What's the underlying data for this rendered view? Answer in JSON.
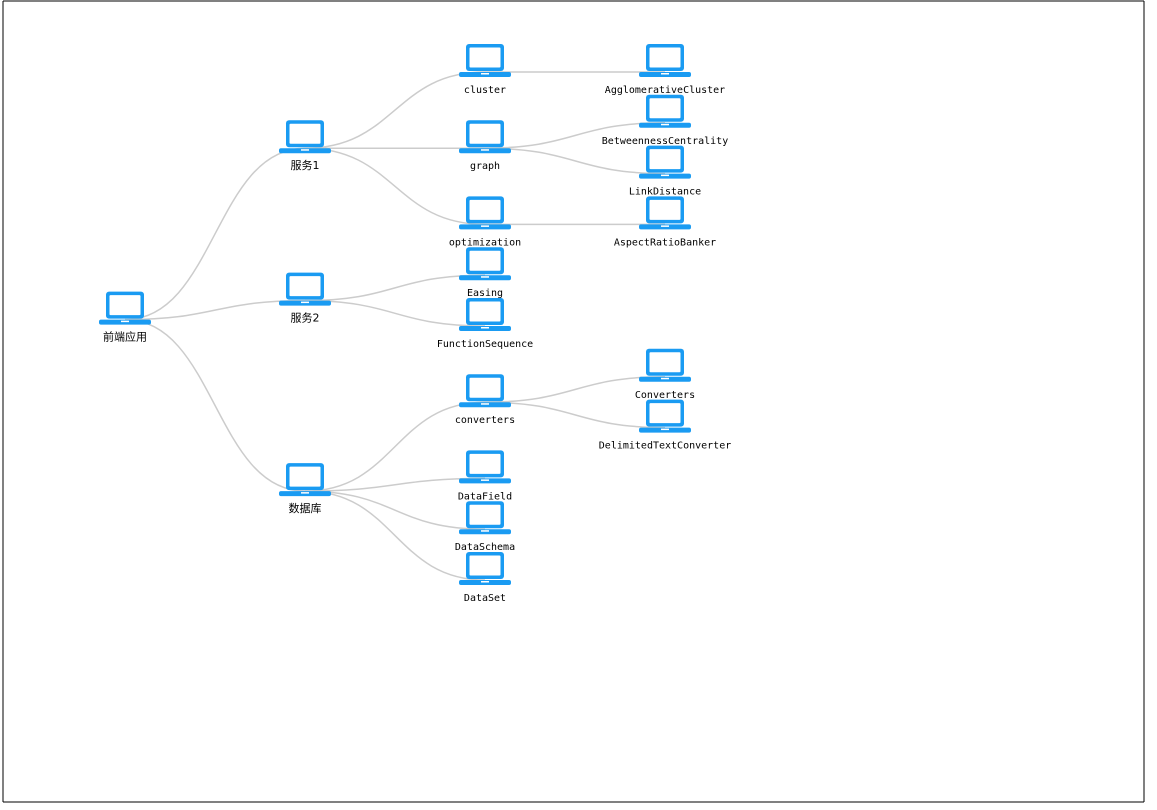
{
  "diagram": {
    "type": "tree",
    "icon": "laptop-icon",
    "colors": {
      "icon": "#1a9bf2",
      "link": "#cccccc",
      "border": "#000000"
    },
    "root": {
      "name": "前端应用",
      "children": [
        {
          "name": "服务1",
          "children": [
            {
              "name": "cluster",
              "children": [
                {
                  "name": "AgglomerativeCluster"
                }
              ]
            },
            {
              "name": "graph",
              "children": [
                {
                  "name": "BetweennessCentrality"
                },
                {
                  "name": "LinkDistance"
                }
              ]
            },
            {
              "name": "optimization",
              "children": [
                {
                  "name": "AspectRatioBanker"
                }
              ]
            }
          ]
        },
        {
          "name": "服务2",
          "children": [
            {
              "name": "Easing"
            },
            {
              "name": "FunctionSequence"
            }
          ]
        },
        {
          "name": "数据库",
          "children": [
            {
              "name": "converters",
              "children": [
                {
                  "name": "Converters"
                },
                {
                  "name": "DelimitedTextConverter"
                }
              ]
            },
            {
              "name": "DataField"
            },
            {
              "name": "DataSchema"
            },
            {
              "name": "DataSet"
            }
          ]
        }
      ]
    }
  }
}
